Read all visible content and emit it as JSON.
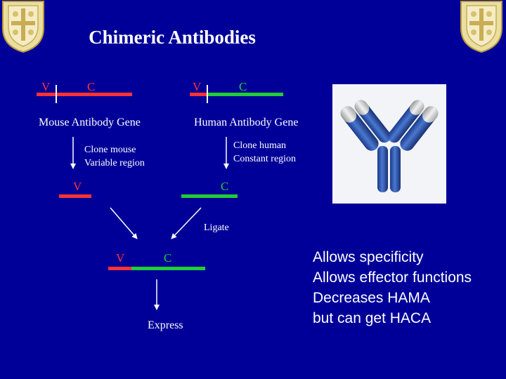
{
  "title": "Chimeric Antibodies",
  "mouse_gene": {
    "v_label": "V",
    "c_label": "C",
    "name": "Mouse Antibody Gene"
  },
  "human_gene": {
    "v_label": "V",
    "c_label": "C",
    "name": "Human Antibody Gene"
  },
  "clone_mouse": {
    "line1": "Clone mouse",
    "line2": "Variable region"
  },
  "clone_human": {
    "line1": "Clone human",
    "line2": "Constant region"
  },
  "cloned": {
    "v_label": "V",
    "c_label": "C"
  },
  "ligate_label": "Ligate",
  "chimeric": {
    "v_label": "V",
    "c_label": "C"
  },
  "express_label": "Express",
  "bullets": [
    "Allows specificity",
    "Allows effector functions",
    "Decreases HAMA",
    "but can get HACA"
  ],
  "colors": {
    "background": "#000099",
    "variable_region": "#ff3333",
    "constant_region": "#22cc33",
    "logo_gold": "#d9c36a"
  },
  "icons": {
    "logo_left": "university-crest-icon",
    "logo_right": "university-crest-icon",
    "antibody": "y-shaped-antibody-icon"
  }
}
